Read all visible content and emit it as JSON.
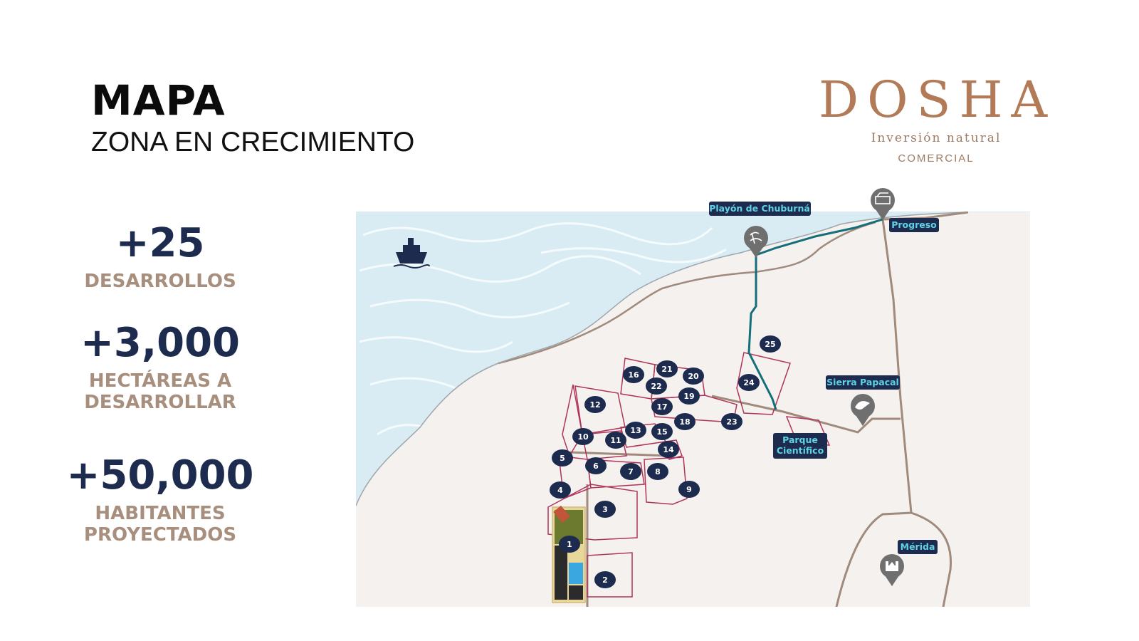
{
  "header": {
    "title": "MAPA",
    "subtitle": "ZONA EN CRECIMIENTO"
  },
  "logo": {
    "word": "DOSHA",
    "tagline": "Inversión natural",
    "sub": "COMERCIAL"
  },
  "stats": [
    {
      "value": "+25",
      "label": "DESARROLLOS"
    },
    {
      "value": "+3,000",
      "label": "HECTÁREAS A DESARROLLAR"
    },
    {
      "value": "+50,000",
      "label": "HABITANTES PROYECTADOS"
    }
  ],
  "map": {
    "places": {
      "chuburna": "Playón de Chuburná",
      "progreso": "Progreso",
      "sierra": "Sierra Papacal",
      "parque_1": "Parque",
      "parque_2": "Científico",
      "merida": "Mérida"
    },
    "developments": [
      "1",
      "2",
      "3",
      "4",
      "5",
      "6",
      "7",
      "8",
      "9",
      "10",
      "11",
      "12",
      "13",
      "14",
      "15",
      "16",
      "17",
      "18",
      "19",
      "20",
      "21",
      "22",
      "23",
      "24",
      "25"
    ],
    "colors": {
      "sea": "#d9ecf3",
      "land": "#f4f1ef",
      "road": "#a08a7c",
      "route": "#13707a",
      "parcel": "#b0345a",
      "badge": "#1d2b4f",
      "badge_text": "#5fd3e3",
      "pin": "#6f6f6f"
    },
    "icons": [
      "ship-icon",
      "beach-icon",
      "port-icon",
      "bird-icon",
      "cathedral-icon"
    ]
  }
}
